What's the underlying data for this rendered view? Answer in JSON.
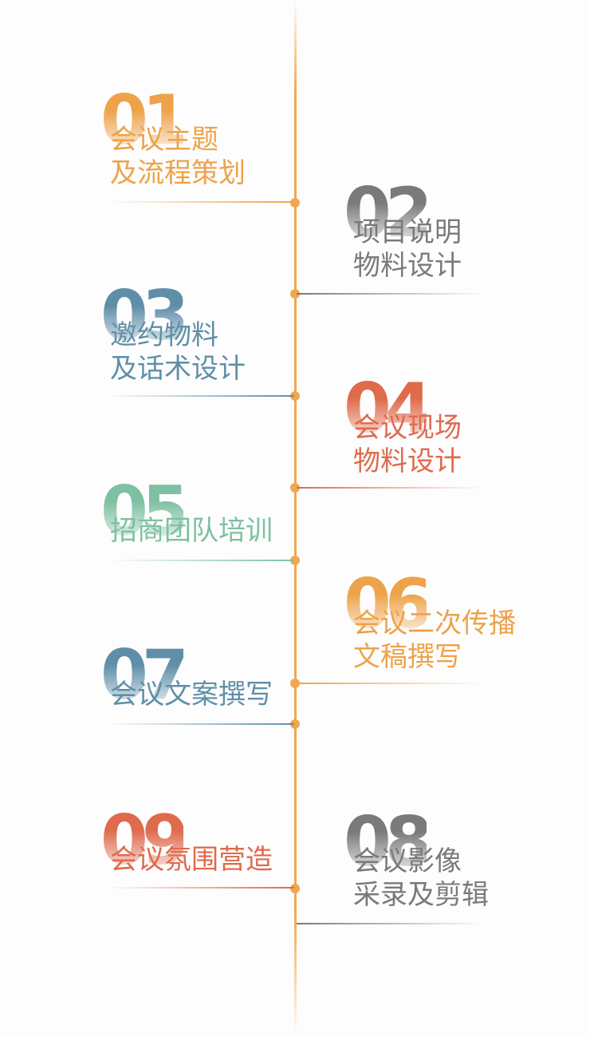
{
  "colors": {
    "orange": "#eea24a",
    "gray": "#7a7a7a",
    "blue": "#5f8fa8",
    "red": "#df6a4c",
    "green": "#7ec0a2",
    "timeline": "#f0a850"
  },
  "steps": [
    {
      "number": "01",
      "lines": [
        "会议主题",
        "及流程策划"
      ]
    },
    {
      "number": "02",
      "lines": [
        "项目说明",
        "物料设计"
      ]
    },
    {
      "number": "03",
      "lines": [
        "邀约物料",
        "及话术设计"
      ]
    },
    {
      "number": "04",
      "lines": [
        "会议现场",
        "物料设计"
      ]
    },
    {
      "number": "05",
      "lines": [
        "招商团队培训"
      ]
    },
    {
      "number": "06",
      "lines": [
        "会议二次传播",
        "文稿撰写"
      ]
    },
    {
      "number": "07",
      "lines": [
        "会议文案撰写"
      ]
    },
    {
      "number": "09",
      "lines": [
        "会议氛围营造"
      ]
    },
    {
      "number": "08",
      "lines": [
        "会议影像",
        "采录及剪辑"
      ]
    }
  ]
}
